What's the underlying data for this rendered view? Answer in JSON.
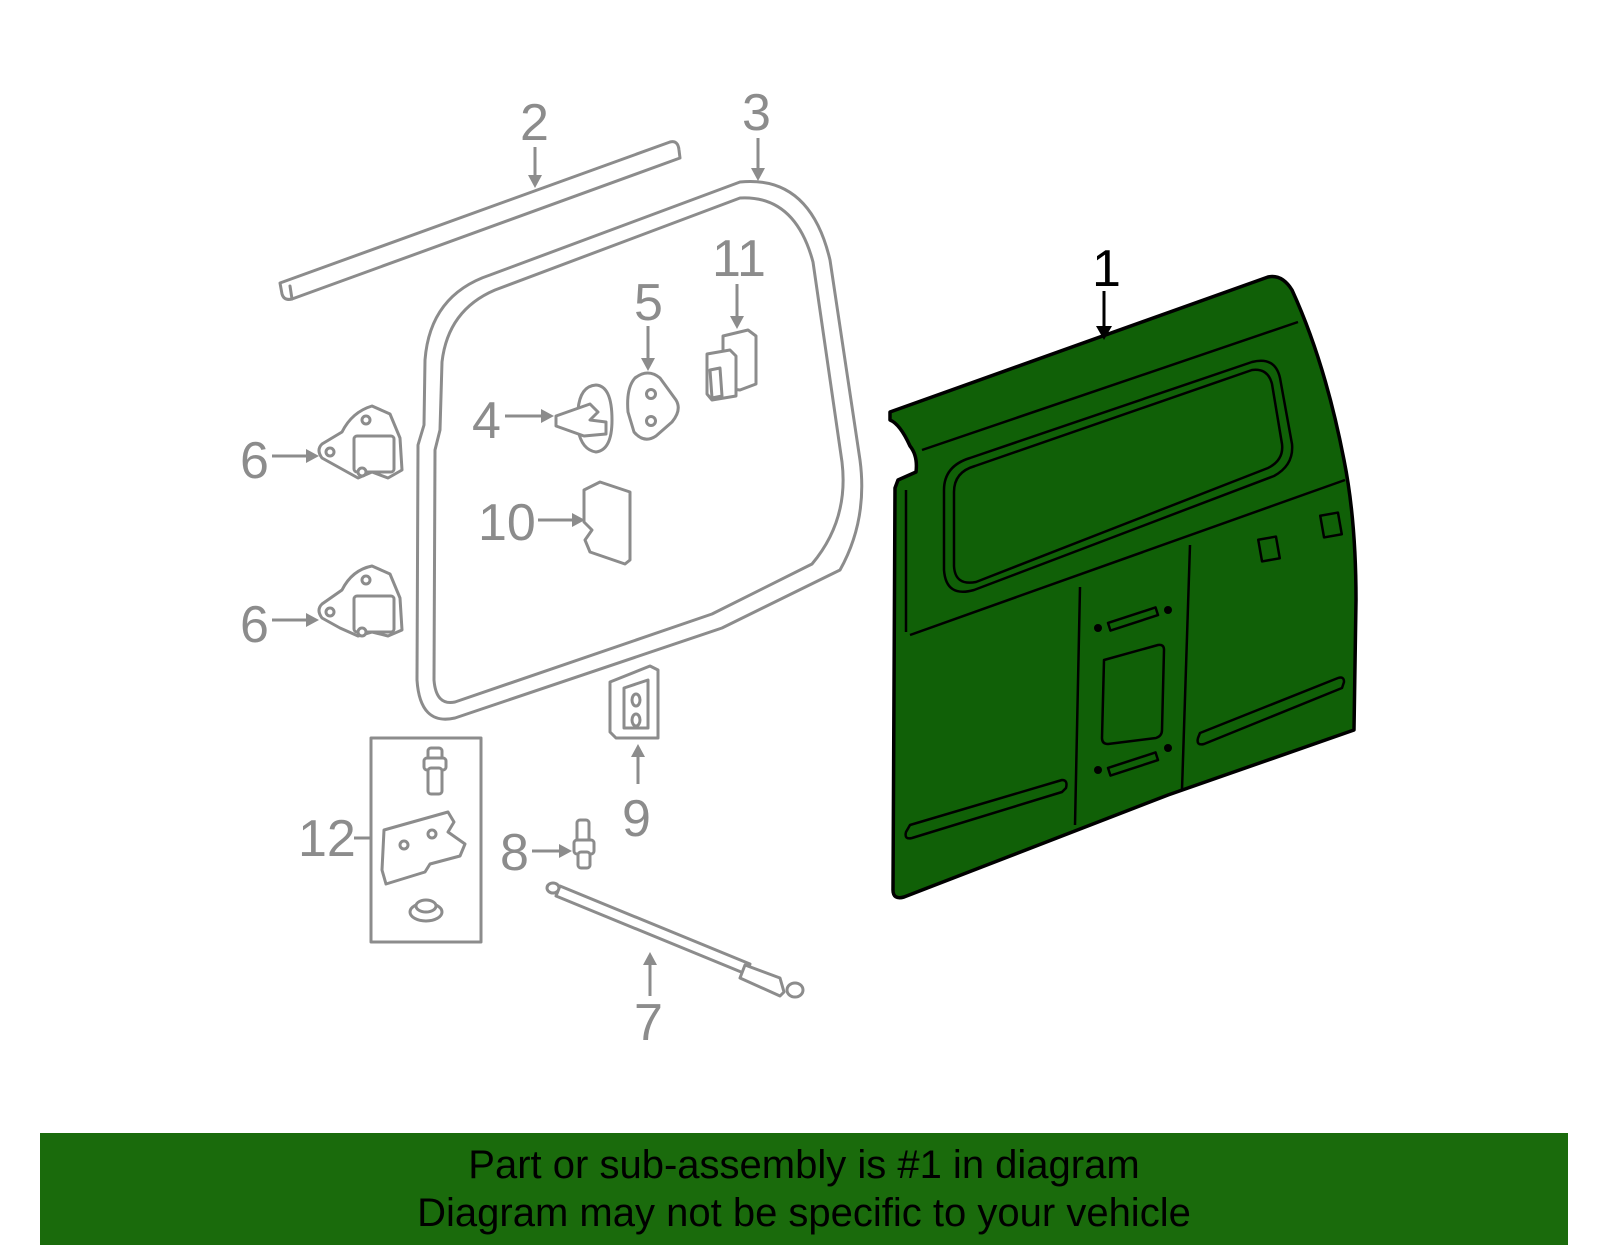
{
  "diagram": {
    "callouts": {
      "c1": "1",
      "c2": "2",
      "c3": "3",
      "c4": "4",
      "c5": "5",
      "c6a": "6",
      "c6b": "6",
      "c7": "7",
      "c8": "8",
      "c9": "9",
      "c10": "10",
      "c11": "11",
      "c12": "12"
    },
    "colors": {
      "highlight_part": "#106007",
      "line_art": "#8c8c8c",
      "banner": "#1a6b0c"
    }
  },
  "banner": {
    "line1": "Part or sub-assembly is #1 in diagram",
    "line2": "Diagram may not be specific to your vehicle"
  }
}
